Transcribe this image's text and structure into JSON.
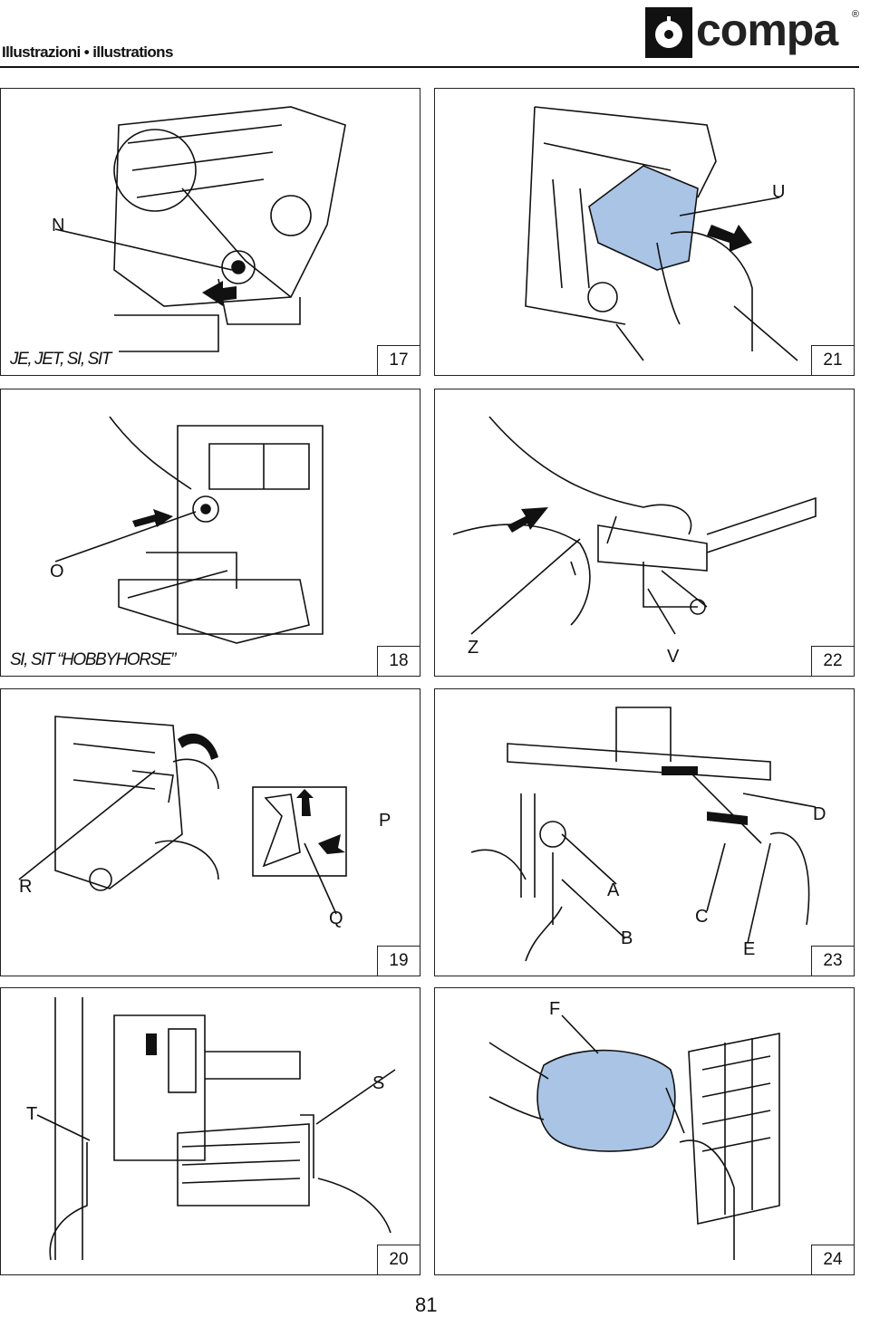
{
  "header": {
    "title": "Illustrazioni • illustrations",
    "logo_text": "compa",
    "logo_reg": "®"
  },
  "figures": [
    {
      "number": "17",
      "caption": "JE, JET, SI, SIT",
      "labels": [
        "N"
      ]
    },
    {
      "number": "21",
      "caption": "",
      "labels": [
        "U"
      ]
    },
    {
      "number": "18",
      "caption": "SI, SIT “HOBBYHORSE”",
      "labels": [
        "O"
      ]
    },
    {
      "number": "22",
      "caption": "",
      "labels": [
        "Z",
        "V"
      ]
    },
    {
      "number": "19",
      "caption": "",
      "labels": [
        "R",
        "P",
        "Q"
      ]
    },
    {
      "number": "23",
      "caption": "",
      "labels": [
        "D",
        "A",
        "C",
        "B",
        "E"
      ]
    },
    {
      "number": "20",
      "caption": "",
      "labels": [
        "S",
        "T"
      ]
    },
    {
      "number": "24",
      "caption": "",
      "labels": [
        "F"
      ]
    }
  ],
  "page_number": "81",
  "colors": {
    "highlight": "#a9c4e4",
    "ink": "#111111"
  }
}
